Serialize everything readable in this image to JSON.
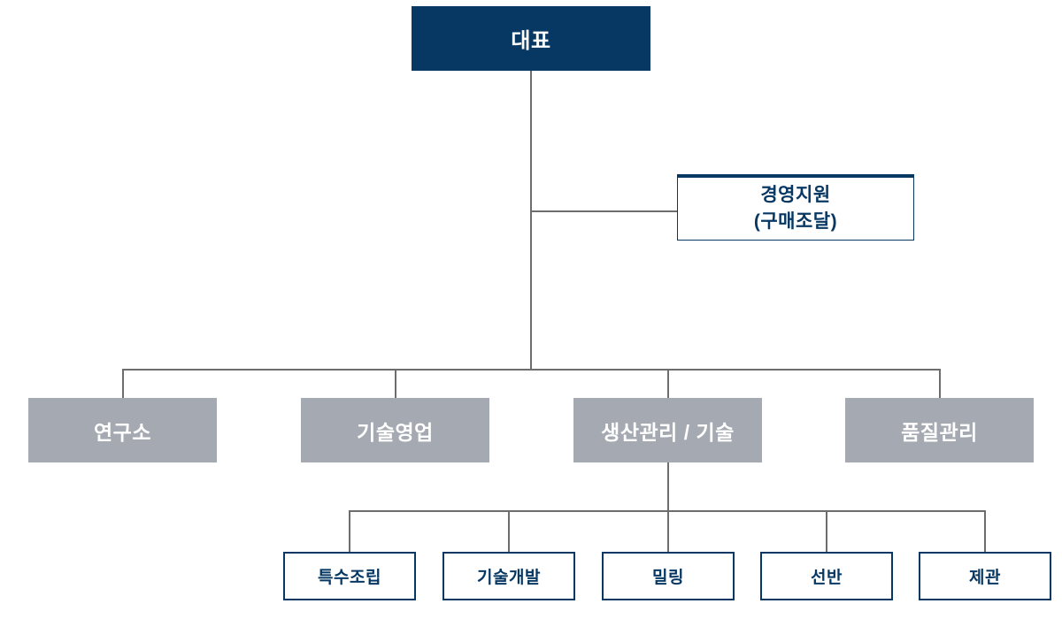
{
  "colors": {
    "navy": "#073763",
    "gray": "#a5aab2",
    "line": "#6d6d6d",
    "bg": "#ffffff"
  },
  "org_chart": {
    "type": "organization-chart",
    "root": {
      "label": "대표"
    },
    "staff": {
      "label_line1": "경영지원",
      "label_line2": "(구매조달)"
    },
    "departments": [
      {
        "label": "연구소"
      },
      {
        "label": "기술영업"
      },
      {
        "label": "생산관리 / 기술"
      },
      {
        "label": "품질관리"
      }
    ],
    "teams": [
      {
        "label": "특수조립"
      },
      {
        "label": "기술개발"
      },
      {
        "label": "밀링"
      },
      {
        "label": "선반"
      },
      {
        "label": "제관"
      }
    ],
    "hierarchy_note": "root > departments; staff branches from root line; teams branch from 생산관리 / 기술"
  }
}
